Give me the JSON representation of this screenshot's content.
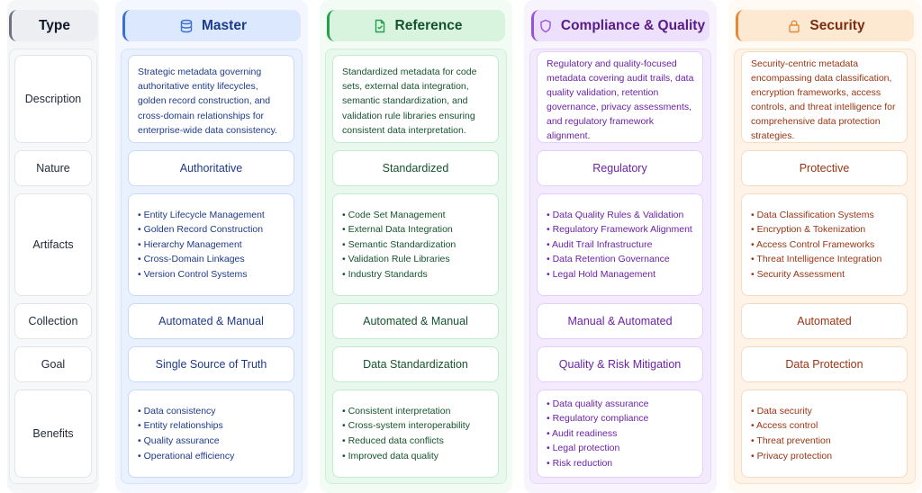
{
  "type_column": {
    "header": "Type",
    "rows": [
      "Description",
      "Nature",
      "Artifacts",
      "Collection",
      "Goal",
      "Benefits"
    ]
  },
  "columns": [
    {
      "key": "master",
      "title": "Master",
      "icon": "database-icon",
      "accent": "#3b6fd6",
      "description": "Strategic metadata governing authoritative entity lifecycles, golden record construction, and cross-domain relationships for enterprise-wide data consistency.",
      "nature": "Authoritative",
      "artifacts": [
        "Entity Lifecycle Management",
        "Golden Record Construction",
        "Hierarchy Management",
        "Cross-Domain Linkages",
        "Version Control Systems"
      ],
      "collection": "Automated & Manual",
      "goal": "Single Source of Truth",
      "benefits": [
        "Data consistency",
        "Entity relationships",
        "Quality assurance",
        "Operational efficiency"
      ]
    },
    {
      "key": "reference",
      "title": "Reference",
      "icon": "file-check-icon",
      "accent": "#22a04b",
      "description": "Standardized metadata for code sets, external data integration, semantic standardization, and validation rule libraries ensuring consistent data interpretation.",
      "nature": "Standardized",
      "artifacts": [
        "Code Set Management",
        "External Data Integration",
        "Semantic Standardization",
        "Validation Rule Libraries",
        "Industry Standards"
      ],
      "collection": "Automated & Manual",
      "goal": "Data Standardization",
      "benefits": [
        "Consistent interpretation",
        "Cross-system interoperability",
        "Reduced data conflicts",
        "Improved data quality"
      ]
    },
    {
      "key": "compliance",
      "title": "Compliance & Quality",
      "icon": "shield-icon",
      "accent": "#9b51e0",
      "description": "Regulatory and quality-focused metadata covering audit trails, data quality validation, retention governance, privacy assessments, and regulatory framework alignment.",
      "nature": "Regulatory",
      "artifacts": [
        "Data Quality Rules & Validation",
        "Regulatory Framework Alignment",
        "Audit Trail Infrastructure",
        "Data Retention Governance",
        "Legal Hold Management"
      ],
      "collection": "Manual & Automated",
      "goal": "Quality & Risk Mitigation",
      "benefits": [
        "Data quality assurance",
        "Regulatory compliance",
        "Audit readiness",
        "Legal protection",
        "Risk reduction"
      ]
    },
    {
      "key": "security",
      "title": "Security",
      "icon": "lock-icon",
      "accent": "#e28a3a",
      "description": "Security-centric metadata encompassing data classification, encryption frameworks, access controls, and threat intelligence for comprehensive data protection strategies.",
      "nature": "Protective",
      "artifacts": [
        "Data Classification Systems",
        "Encryption & Tokenization",
        "Access Control Frameworks",
        "Threat Intelligence Integration",
        "Security Assessment"
      ],
      "collection": "Automated",
      "goal": "Data Protection",
      "benefits": [
        "Data security",
        "Access control",
        "Threat prevention",
        "Privacy protection"
      ]
    }
  ]
}
